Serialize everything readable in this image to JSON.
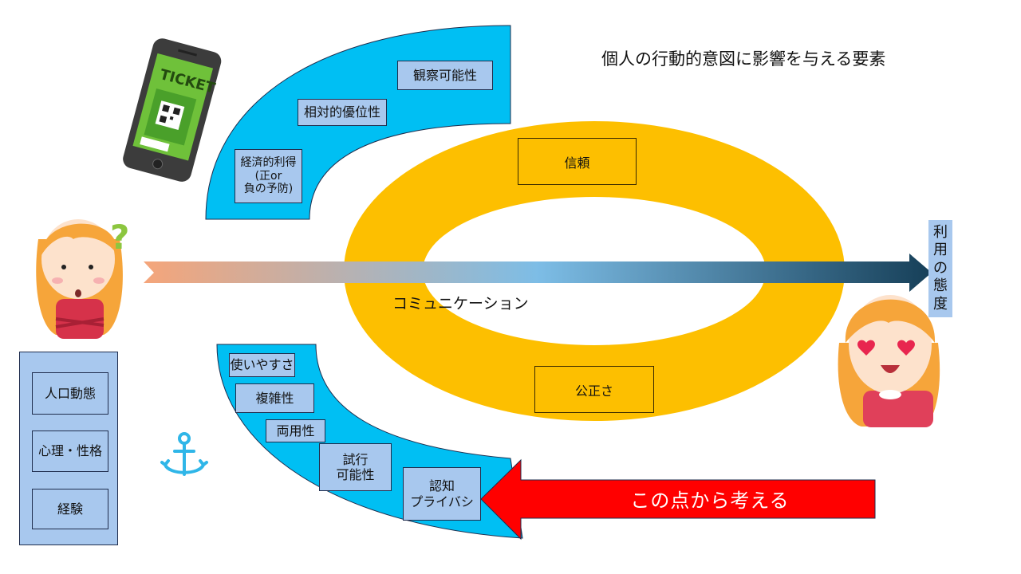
{
  "title": "個人の行動的意図に影響を与える要素",
  "upper_factors": {
    "observability": "観察可能性",
    "relative_advantage": "相対的優位性",
    "economic_benefit": "経済的利得\n(正or\n負の予防)"
  },
  "ring": {
    "trust": "信頼",
    "fairness": "公正さ",
    "communication": "コミュニケーション"
  },
  "attitude_chars": [
    "利",
    "用",
    "の",
    "態",
    "度"
  ],
  "personal_factors": {
    "demographics": "人口動態",
    "psychology": "心理・性格",
    "experience": "経験"
  },
  "lower_factors": {
    "ease_of_use": "使いやすさ",
    "complexity": "複雑性",
    "compatibility": "両用性",
    "trialability": "試行\n可能性",
    "perceived_privacy": "認知\nプライバシ"
  },
  "arrow_label": "この点から考える",
  "phone_ticket": "TICKET",
  "colors": {
    "cyan_band": "#00bff3",
    "ring": "#fdbf00",
    "box_fill": "#a8c8ee",
    "red_arrow": "#ff0000",
    "gradient_start": "#f5a57a",
    "gradient_mid": "#7dbde6",
    "gradient_end": "#163f58"
  }
}
